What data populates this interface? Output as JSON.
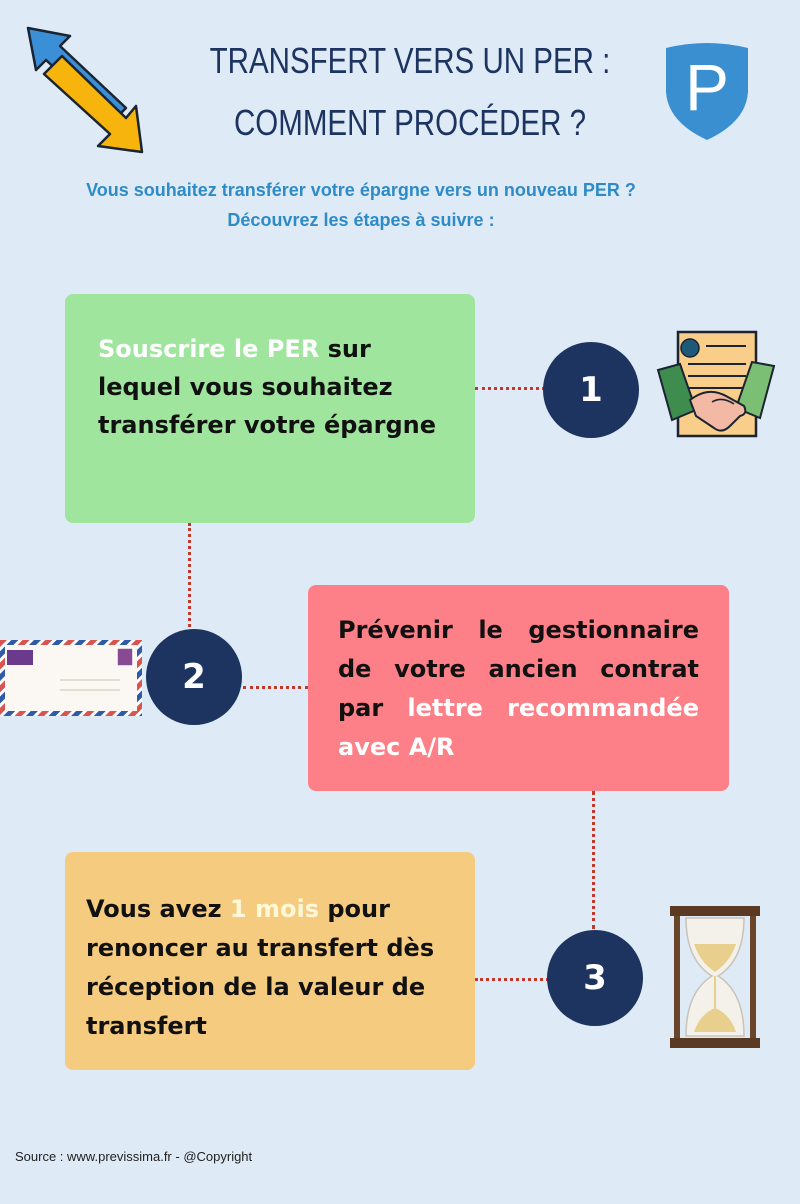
{
  "header": {
    "title_line1": "TRANSFERT VERS UN PER :",
    "title_line2": "COMMENT PROCÉDER ?",
    "subtitle_line1": "Vous souhaitez transférer votre épargne vers un nouveau PER ?",
    "subtitle_line2": "Découvrez les étapes à suivre :",
    "logo_letter": "P"
  },
  "steps": [
    {
      "number": "1",
      "highlight": "Souscrire le PER",
      "text": " sur lequel vous souhaitez transférer votre épargne",
      "icon": "contract-handshake-icon"
    },
    {
      "number": "2",
      "text": "Prévenir le gestionnaire de votre ancien contrat par ",
      "highlight": "lettre recommandée avec A/R",
      "icon": "envelope-icon"
    },
    {
      "number": "3",
      "text_before": "Vous avez ",
      "highlight": "1 mois",
      "text_after": " pour renoncer au transfert dès réception de la valeur de transfert",
      "icon": "hourglass-icon"
    }
  ],
  "colors": {
    "background": "#deeaf6",
    "title": "#1d3461",
    "subtitle": "#2e8bc7",
    "step1_box": "#9fe59d",
    "step2_box": "#fd8088",
    "step3_box": "#f5cc7f",
    "circle": "#1d3461",
    "connector": "#c0392b"
  },
  "footer": {
    "source": "Source : www.previssima.fr - @Copyright"
  }
}
